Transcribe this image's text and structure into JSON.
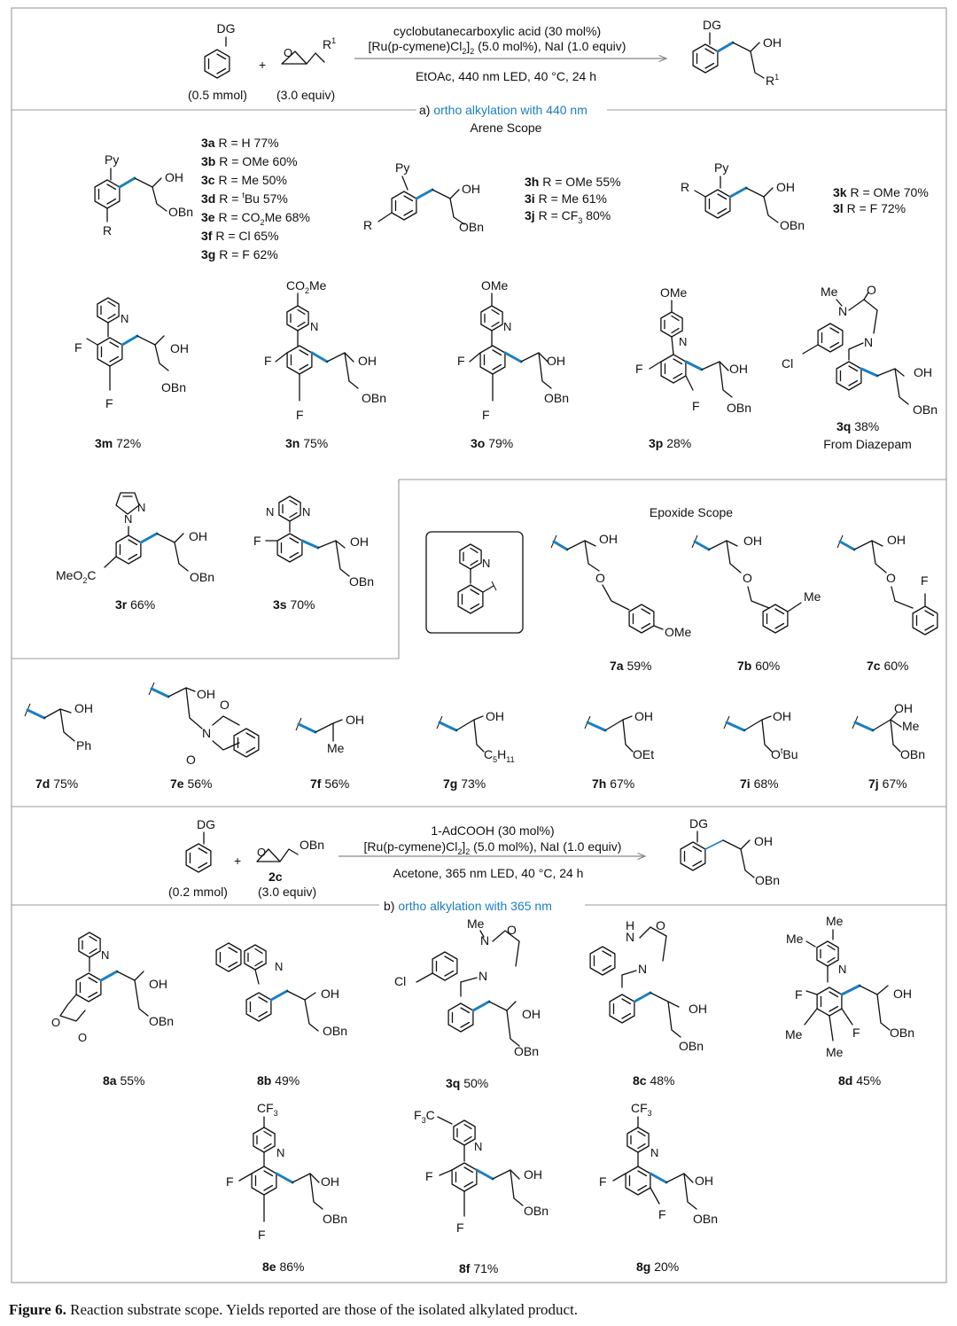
{
  "reactionA": {
    "reagents": {
      "dg": "DG",
      "r1": "R1",
      "plus": "+",
      "arene_amount": "(0.5 mmol)",
      "epoxide_equiv": "(3.0 equiv)"
    },
    "conditions": {
      "line1": "cyclobutanecarboxylic acid (30 mol%)",
      "line2": "[Ru(p-cymene)Cl2]2 (5.0 mol%), NaI (1.0 equiv)",
      "line3": "EtOAc, 440 nm LED, 40 °C, 24 h"
    },
    "product": {
      "dg": "DG",
      "oh": "OH",
      "r1": "R1"
    }
  },
  "sectionA": {
    "prefix": "a) ",
    "title": "ortho alkylation with 440 nm",
    "subtitle": "Arene Scope"
  },
  "areneScope": {
    "groupA": [
      "3a R = H 77%",
      "3b R = OMe 60%",
      "3c R = Me   50%",
      "3d R = tBu  57%",
      "3e R = CO2Me 68%",
      "3f R = Cl  65%",
      "3g R = F   62%"
    ],
    "groupB": [
      "3h R = OMe 55%",
      "3i R = Me   61%",
      "3j R = CF3 80%"
    ],
    "groupC": [
      "3k  R = OMe 70%",
      "3l R = F     72%"
    ],
    "row2": [
      {
        "id": "3m",
        "yield": "72%",
        "note": ""
      },
      {
        "id": "3n",
        "yield": "75%",
        "note": ""
      },
      {
        "id": "3o",
        "yield": "79%",
        "note": ""
      },
      {
        "id": "3p",
        "yield": "28%",
        "note": ""
      },
      {
        "id": "3q",
        "yield": "38%",
        "note": "From Diazepam"
      }
    ],
    "row3": [
      {
        "id": "3r",
        "yield": "66%"
      },
      {
        "id": "3s",
        "yield": "70%"
      }
    ]
  },
  "epoxideScope": {
    "title": "Epoxide Scope",
    "items": [
      {
        "id": "7a",
        "yield": "59%"
      },
      {
        "id": "7b",
        "yield": "60%"
      },
      {
        "id": "7c",
        "yield": "60%"
      },
      {
        "id": "7d",
        "yield": "75%"
      },
      {
        "id": "7e",
        "yield": "56%"
      },
      {
        "id": "7f",
        "yield": "56%"
      },
      {
        "id": "7g",
        "yield": "73%"
      },
      {
        "id": "7h",
        "yield": "67%"
      },
      {
        "id": "7i",
        "yield": "68%"
      },
      {
        "id": "7j",
        "yield": "67%"
      }
    ]
  },
  "reactionB": {
    "reagents": {
      "dg": "DG",
      "plus": "+",
      "arene_amount": "(0.2 mmol)",
      "epoxide_id": "2c",
      "epoxide_equiv": "(3.0 equiv)"
    },
    "conditions": {
      "line1": "1-AdCOOH (30 mol%)",
      "line2": "[Ru(p-cymene)Cl2]2 (5.0 mol%), NaI (1.0 equiv)",
      "line3": "Acetone, 365 nm LED, 40 °C, 24 h"
    }
  },
  "sectionB": {
    "prefix": "b) ",
    "title": "ortho alkylation with 365 nm"
  },
  "scopeB": [
    {
      "id": "8a",
      "yield": "55%"
    },
    {
      "id": "8b",
      "yield": "49%"
    },
    {
      "id": "3q",
      "yield": "50%"
    },
    {
      "id": "8c",
      "yield": "48%"
    },
    {
      "id": "8d",
      "yield": "45%"
    },
    {
      "id": "8e",
      "yield": "86%"
    },
    {
      "id": "8f",
      "yield": "71%"
    },
    {
      "id": "8g",
      "yield": "20%"
    }
  ],
  "labels": {
    "py": "Py",
    "oh": "OH",
    "obn": "OBn",
    "r": "R",
    "f": "F",
    "cl": "Cl",
    "n": "N",
    "me": "Me",
    "o": "O",
    "ome": "OMe",
    "co2me": "CO2Me",
    "meo2c": "MeO2C",
    "cf3": "CF3",
    "f3c": "F3C",
    "h": "H",
    "ph": "Ph",
    "c5h11": "C5H11",
    "oet": "OEt",
    "otbu": "OtBu"
  },
  "caption": {
    "label": "Figure 6.",
    "text": " Reaction substrate scope. Yields reported are those of the isolated alkylated product."
  },
  "colors": {
    "accent": "#1a7fc1",
    "frame": "#999999"
  }
}
